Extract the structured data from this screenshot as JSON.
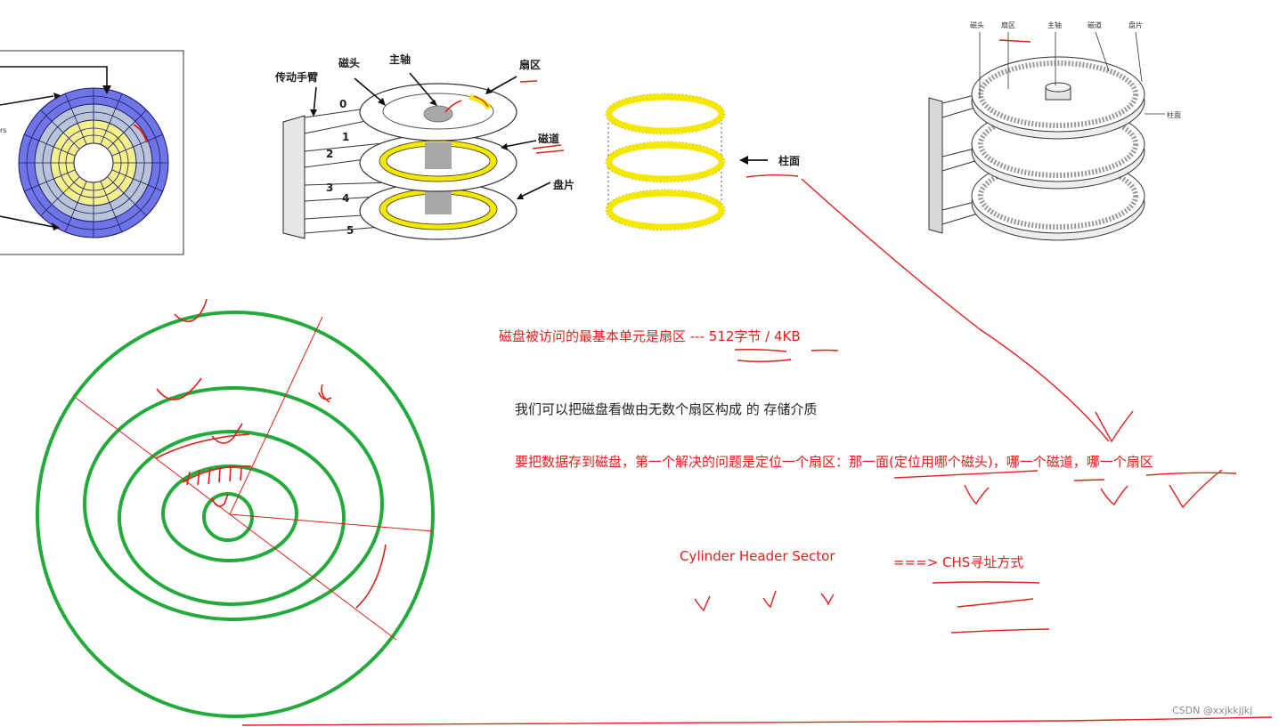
{
  "colors": {
    "annotation_red": "#e0201c",
    "circle_green": "#22aa3a",
    "track_yellow": "#f5e800",
    "platter_blue": "#6f74e6"
  },
  "figure_left": {
    "partial_label": "rs"
  },
  "figure_disk_stack": {
    "arm_label": "传动手臂",
    "head_label": "磁头",
    "spindle_label": "主轴",
    "sector_label": "扇区",
    "track_label": "磁道",
    "platter_label": "盘片",
    "surface_numbers": [
      "0",
      "1",
      "2",
      "3",
      "4",
      "5"
    ]
  },
  "figure_cylinder": {
    "label": "柱面"
  },
  "figure_right": {
    "head": "磁头",
    "sector": "扇区",
    "spindle": "主轴",
    "track": "磁道",
    "platter": "盘片",
    "cylinder": "柱面"
  },
  "notes": {
    "line1": "磁盘被访问的最基本单元是扇区 --- 512字节 / 4KB",
    "line2": "我们可以把磁盘看做由无数个扇区构成 的 存储介质",
    "line3": "要把数据存到磁盘，第一个解决的问题是定位一个扇区：那一面(定位用哪个磁头)，哪一个磁道，哪一个扇区",
    "chs_terms": "Cylinder  Header  Sector",
    "chs_result": "===> CHS寻址方式"
  },
  "watermark": "CSDN @xxjkkjjkj"
}
